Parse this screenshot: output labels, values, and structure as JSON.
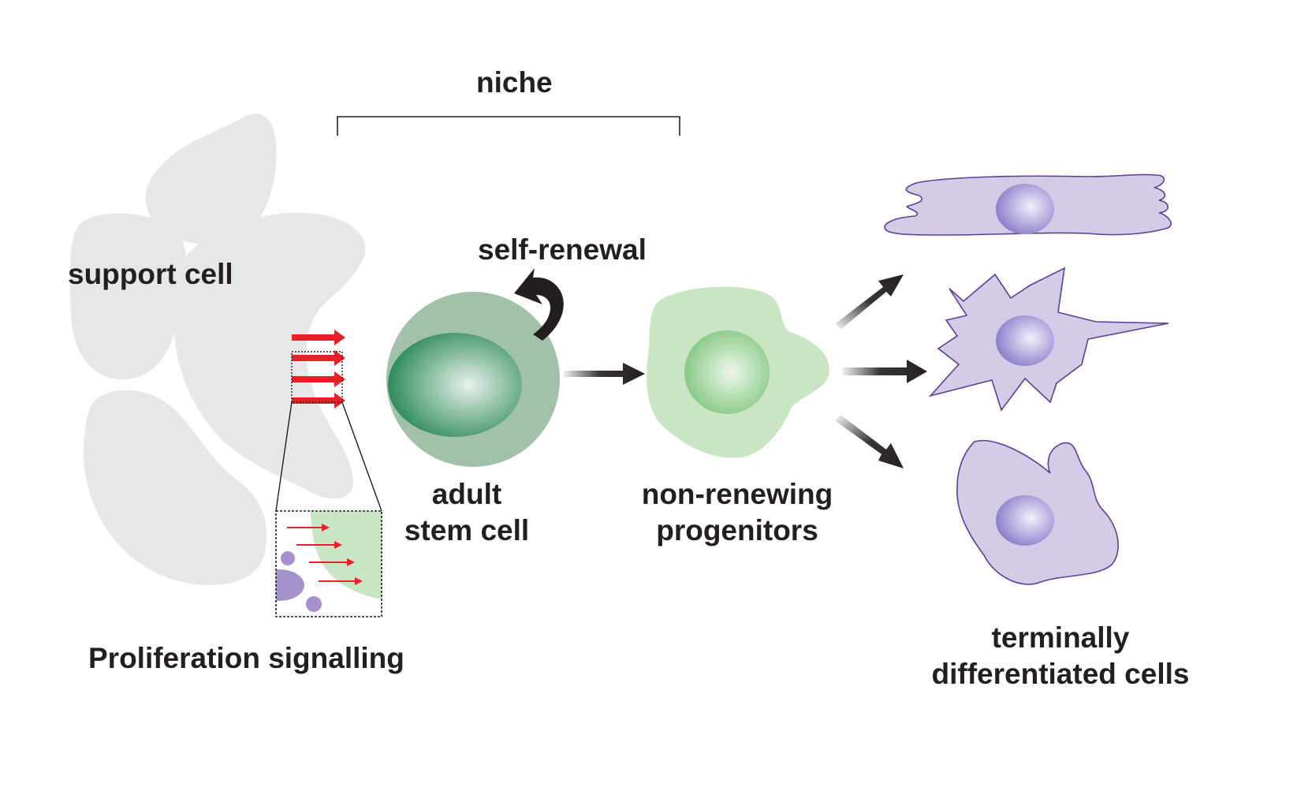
{
  "labels": {
    "niche": "niche",
    "support_cell": "support cell",
    "self_renewal": "self-renewal",
    "adult_stem_cell_line1": "adult",
    "adult_stem_cell_line2": "stem cell",
    "progenitors_line1": "non-renewing",
    "progenitors_line2": "progenitors",
    "terminal_line1": "terminally",
    "terminal_line2": "differentiated cells",
    "proliferation": "Proliferation signalling"
  },
  "colors": {
    "support_cell": "#e6e7e8",
    "stem_cell_outer": "#a1c1a9",
    "stem_cell_nucleus_center": "#e8f2ec",
    "stem_cell_nucleus_edge": "#2e8b5a",
    "progenitor_body": "#c9e5c3",
    "progenitor_nucleus_center": "#eef8ec",
    "progenitor_nucleus_edge": "#7fc47c",
    "differentiated_fill": "#d4cbe6",
    "differentiated_stroke": "#5c3f97",
    "differentiated_nucleus_center": "#f2f0fa",
    "differentiated_nucleus_edge": "#8d7fcc",
    "signal_arrow": "#e8202a",
    "flow_arrow": "#231f20",
    "text": "#231f20"
  }
}
